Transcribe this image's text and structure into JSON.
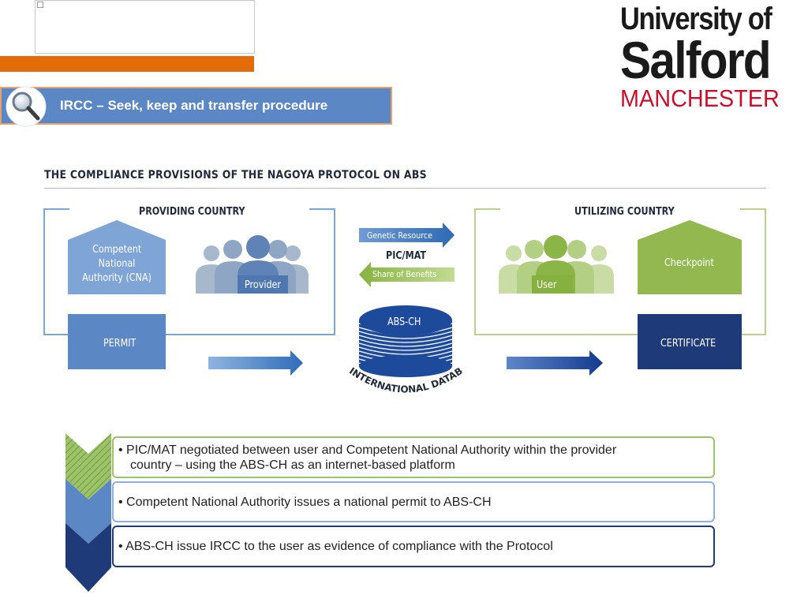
{
  "header": {
    "banner_title": "IRCC – Seek, keep and transfer procedure",
    "logo": {
      "line1": "University of",
      "line2": "Salford",
      "line3": "MANCHESTER"
    }
  },
  "diagram": {
    "title": "THE COMPLIANCE PROVISIONS OF THE NAGOYA PROTOCOL ON ABS",
    "providing_country": "PROVIDING COUNTRY",
    "utilizing_country": "UTILIZING COUNTRY",
    "cna_line1": "Competent",
    "cna_line2": "National",
    "cna_line3": "Authority (CNA)",
    "provider": "Provider",
    "user": "User",
    "checkpoint": "Checkpoint",
    "permit": "PERMIT",
    "certificate": "CERTIFICATE",
    "genetic_resource": "Genetic Resource",
    "pic_mat": "PIC/MAT",
    "share_of_benefits": "Share of Benefits",
    "abs_ch": "ABS-CH",
    "international_database": "INTERNATIONAL DATABASE"
  },
  "steps": [
    {
      "text_line1": "• PIC/MAT negotiated between user and Competent National Authority within the provider",
      "text_line2": "country – using the ABS-CH as an internet-based platform"
    },
    {
      "text_line1": "• Competent National Authority issues a national permit to ABS-CH"
    },
    {
      "text_line1": "• ABS-CH issue IRCC to the user as evidence of compliance with the Protocol"
    }
  ],
  "colors": {
    "orange": "#e36c0a",
    "banner_blue": "#5b87c5",
    "provider_blue": "#5b87c5",
    "user_green": "#92b84f",
    "dark_navy": "#1e3a78",
    "logo_red": "#c8102e"
  }
}
